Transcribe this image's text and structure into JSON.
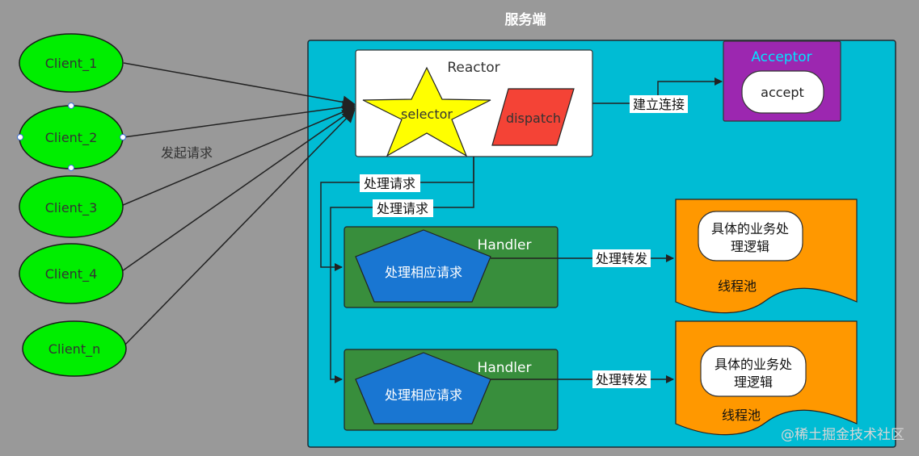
{
  "server": {
    "title": "服务端"
  },
  "clients": [
    "Client_1",
    "Client_2",
    "Client_3",
    "Client_4",
    "Client_n"
  ],
  "client_request_label": "发起请求",
  "reactor": {
    "title": "Reactor",
    "selector": "selector",
    "dispatch": "dispatch"
  },
  "acceptor": {
    "title": "Acceptor",
    "accept": "accept",
    "link_label": "建立连接"
  },
  "dispatch_labels": [
    "处理请求",
    "处理请求"
  ],
  "handlers": [
    {
      "title": "Handler",
      "action": "处理相应请求",
      "forward_label": "处理转发"
    },
    {
      "title": "Handler",
      "action": "处理相应请求",
      "forward_label": "处理转发"
    }
  ],
  "thread_pools": [
    {
      "task_line1": "具体的业务处",
      "task_line2": "理逻辑",
      "label": "线程池"
    },
    {
      "task_line1": "具体的业务处",
      "task_line2": "理逻辑",
      "label": "线程池"
    }
  ],
  "watermark": "@稀土掘金技术社区",
  "colors": {
    "background": "#999999",
    "server_fill": "#00BCD4",
    "client_fill": "#00EE00",
    "acceptor_fill": "#9C27B0",
    "acceptor_title": "#00E5FF",
    "handler_fill": "#388E3C",
    "pentagon_fill": "#1976D2",
    "star_fill": "#FFFF00",
    "dispatch_fill": "#F44336",
    "pool_fill": "#FF9800"
  }
}
